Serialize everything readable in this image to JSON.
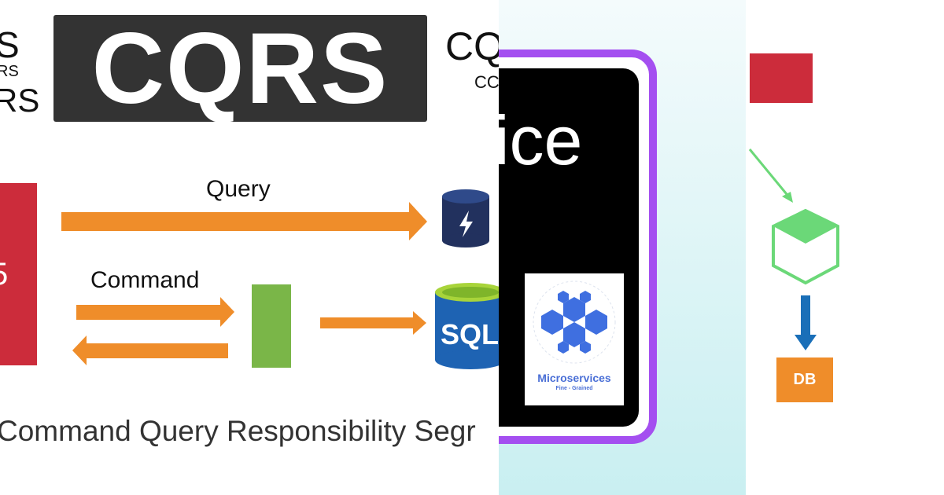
{
  "left_panel": {
    "partial_title_large": "S",
    "partial_title_small": "RS",
    "partial_title_medium": "RS",
    "logo_text": "CQRS",
    "right_cut_large": "CQ",
    "right_cut_small": "CC",
    "red_block_text": "5",
    "query_label": "Query",
    "command_label": "Command",
    "sql_label": "SQL",
    "caption": "Command Query Responsibility Segr",
    "colors": {
      "arrow": "#ef8d2a",
      "red": "#cc2c3b",
      "green": "#7ab648",
      "db_blue": "#1e63b3"
    }
  },
  "middle_panel": {
    "big_text": "ice",
    "card_title": "Microservices",
    "card_subtitle": "Fine - Grained",
    "colors": {
      "border": "#a44ff0",
      "inner": "#000000",
      "card_title": "#4a6fd6"
    }
  },
  "right_panel": {
    "db_label": "DB",
    "colors": {
      "red": "#cc2c3b",
      "green": "#6bd878",
      "blue": "#1a6fb8",
      "orange": "#ef8d2a"
    }
  }
}
